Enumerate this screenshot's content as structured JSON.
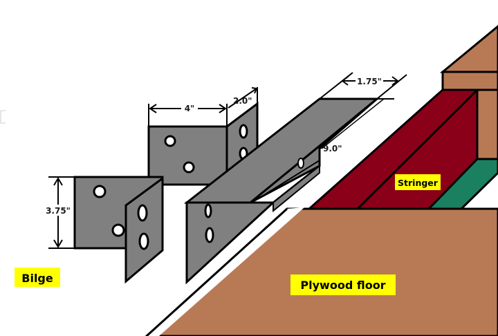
{
  "diagram": {
    "title": "Stringer mounting brackets on plywood floor",
    "colors": {
      "plywood": "#b87a55",
      "stringer": "#8a0018",
      "green_strip": "#1a8060",
      "bracket": "#808080",
      "label_bg": "#ffff00",
      "outline": "#000000"
    },
    "labels": {
      "bilge": "Bilge",
      "plywood_floor": "Plywood floor",
      "stringer": "Stringer"
    },
    "dimensions": {
      "bracket_width": "4\"",
      "bracket_depth": "2.0\"",
      "bracket_height": "3.75\"",
      "angle_flange": "1.75\"",
      "angle_length": "9.0\""
    },
    "parts": [
      {
        "name": "small-angle-bracket-front",
        "holes": 4
      },
      {
        "name": "small-angle-bracket-back",
        "holes": 4
      },
      {
        "name": "long-angle-bracket",
        "holes": 3
      }
    ]
  }
}
